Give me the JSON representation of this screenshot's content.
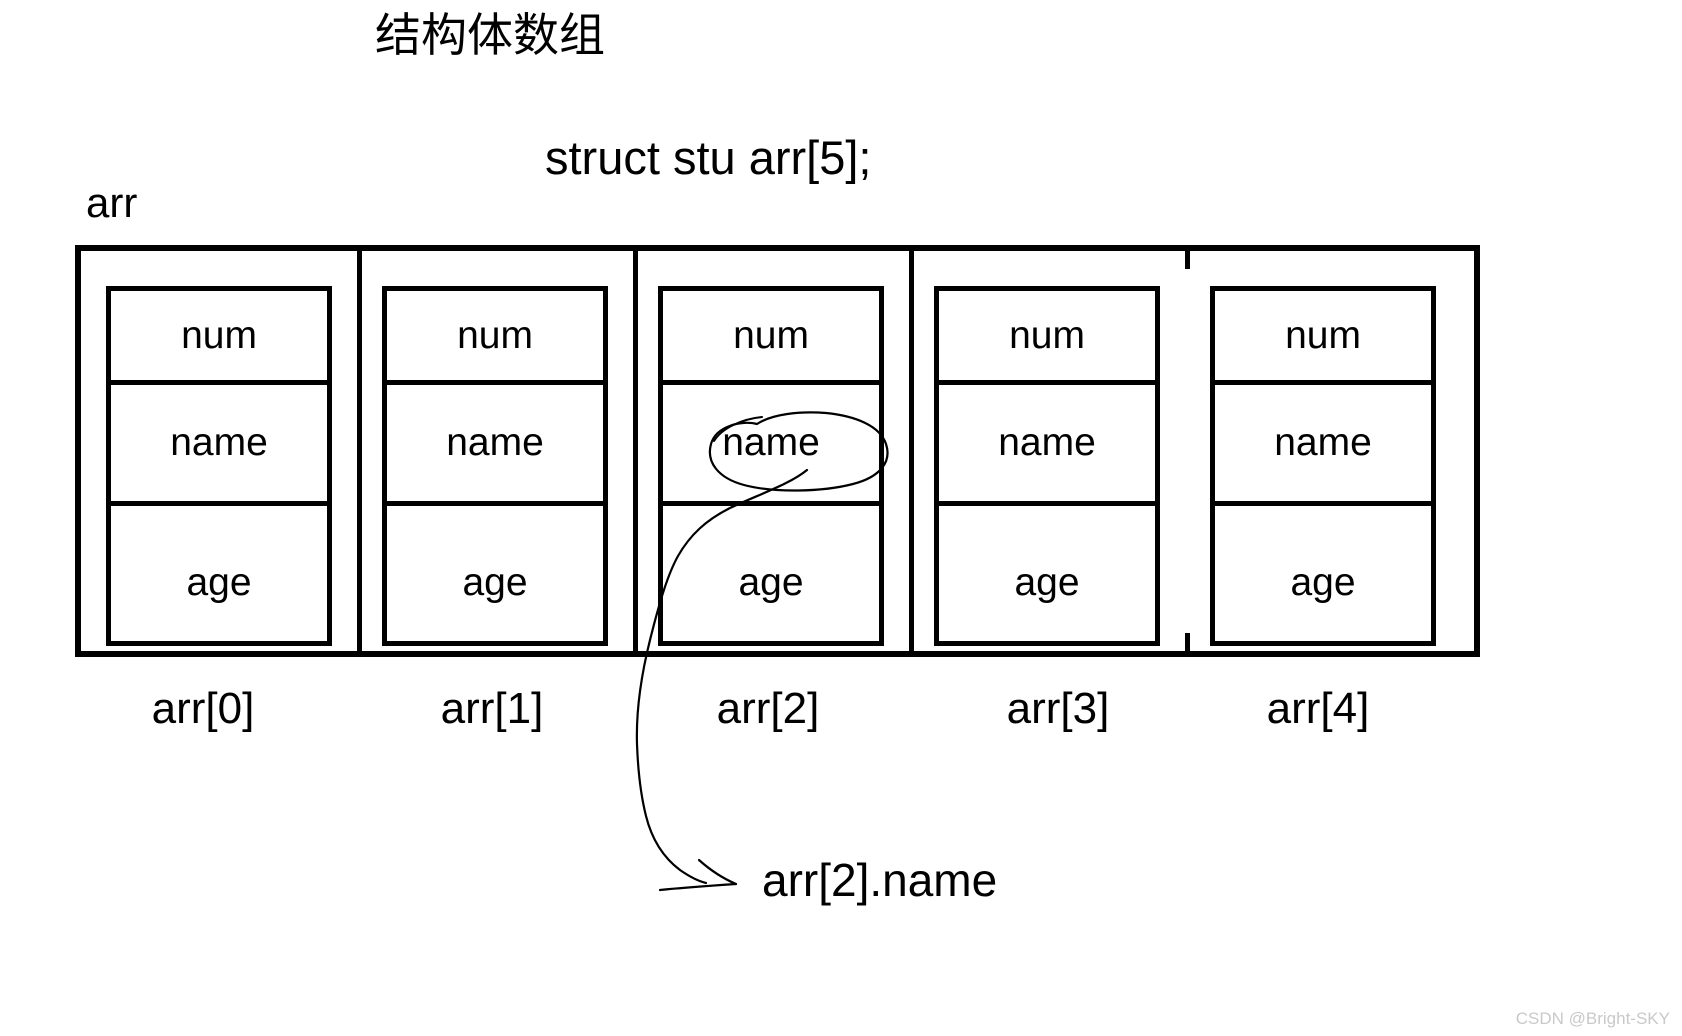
{
  "diagram": {
    "title": "结构体数组",
    "declaration": "struct stu arr[5];",
    "array_name_label": "arr",
    "field_names": [
      "num",
      "name",
      "age"
    ],
    "cells": [
      {
        "index_label": "arr[0]",
        "fields": {
          "num": "num",
          "name": "name",
          "age": "age"
        }
      },
      {
        "index_label": "arr[1]",
        "fields": {
          "num": "num",
          "name": "name",
          "age": "age"
        }
      },
      {
        "index_label": "arr[2]",
        "fields": {
          "num": "num",
          "name": "name",
          "age": "age"
        }
      },
      {
        "index_label": "arr[3]",
        "fields": {
          "num": "num",
          "name": "name",
          "age": "age"
        }
      },
      {
        "index_label": "arr[4]",
        "fields": {
          "num": "num",
          "name": "name",
          "age": "age"
        }
      }
    ],
    "annotation": {
      "callout_text": "arr[2].name",
      "highlighted_cell_index": "arr[2]",
      "highlighted_field": "name",
      "marker_style": "hand-drawn-ellipse-with-curved-arrow"
    },
    "colors": {
      "ink": "#000000",
      "background": "#ffffff",
      "annotation": "#000000",
      "watermark": "#c9c9c9"
    }
  },
  "watermark": {
    "text": "CSDN @Bright-SKY"
  }
}
